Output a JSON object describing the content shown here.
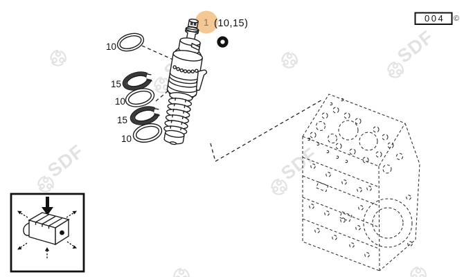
{
  "page": {
    "sheet_number": "004",
    "copyright": "©"
  },
  "watermark": {
    "text": "SDF"
  },
  "callout": {
    "number": "1",
    "related": "(10,15)",
    "highlight_color": "#f4c893"
  },
  "rings": [
    {
      "label": "10"
    },
    {
      "label": "15"
    },
    {
      "label": "10"
    },
    {
      "label": "15"
    },
    {
      "label": "10"
    }
  ],
  "colors": {
    "ink": "#1c1c1c",
    "phantom": "#333333",
    "watermark": "#e2e2e2"
  }
}
